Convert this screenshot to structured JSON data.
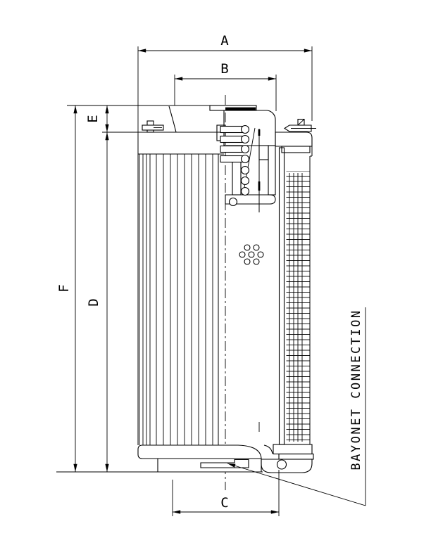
{
  "drawing": {
    "title_hint": "filter element cross-section drawing",
    "background_color": "#ffffff",
    "ink_color": "#000000",
    "dimensions": {
      "a": "A",
      "b": "B",
      "c": "C",
      "d": "D",
      "e": "E",
      "f": "F"
    },
    "annotation": {
      "bayonet": "BAYONET CONNECTION"
    }
  }
}
